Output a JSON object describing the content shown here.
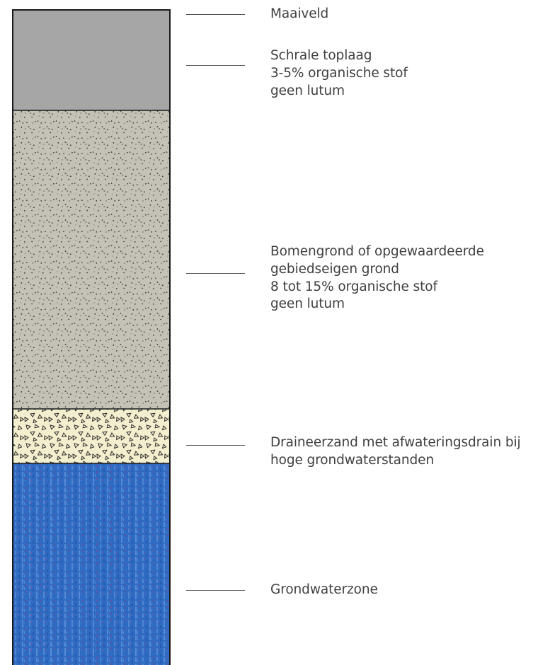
{
  "layers": [
    {
      "id": "maaiveld",
      "lines": [
        "Maaiveld"
      ]
    },
    {
      "id": "toplaag",
      "lines": [
        "Schrale toplaag",
        "3-5% organische stof",
        "geen lutum"
      ]
    },
    {
      "id": "bomengrond",
      "lines": [
        "Bomengrond of opgewaardeerde",
        "gebiedseigen grond",
        "8 tot 15% organische stof",
        "geen lutum"
      ]
    },
    {
      "id": "draineerzand",
      "lines": [
        "Draineerzand met afwateringsdrain bij",
        "hoge grondwaterstanden"
      ]
    },
    {
      "id": "grondwater",
      "lines": [
        "Grondwaterzone"
      ]
    }
  ],
  "colors": {
    "toplaag": "#a6a6a6",
    "bomengrond": "#c4c1b6",
    "draineerzand": "#f3efce",
    "grondwater": "#2f6bc2",
    "border": "#1a1a1a",
    "text": "#404040"
  }
}
